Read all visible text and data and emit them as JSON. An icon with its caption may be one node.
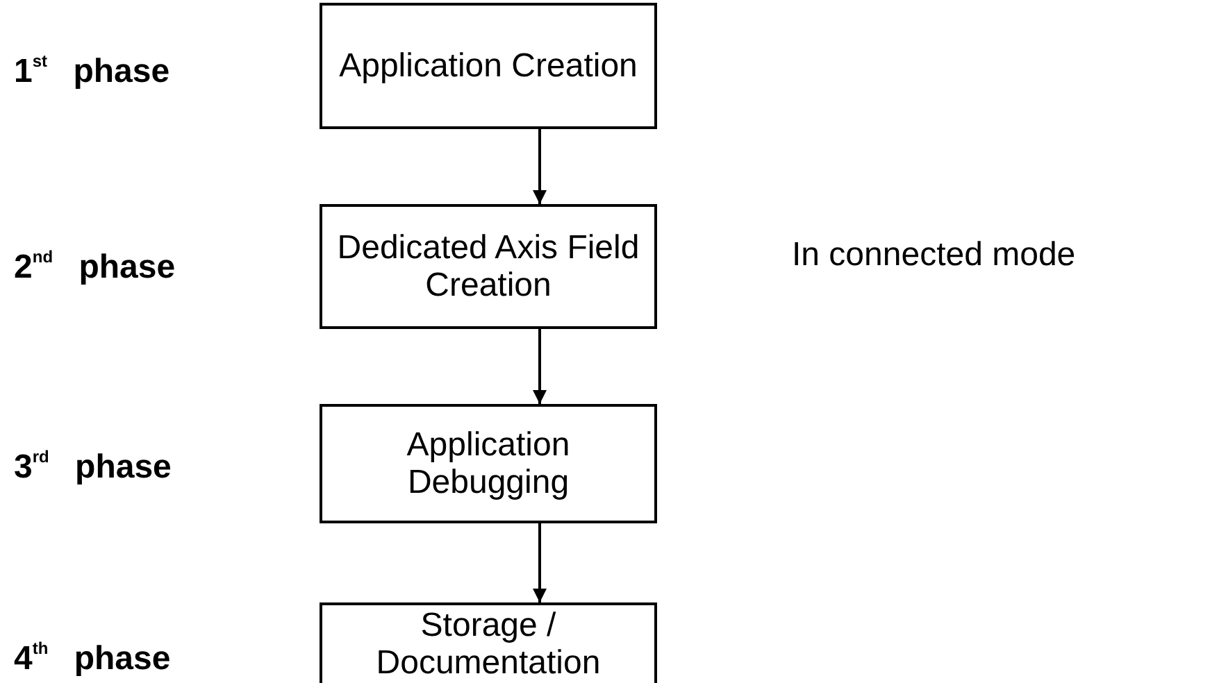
{
  "diagram": {
    "nodes": [
      {
        "text": [
          "Application Creation"
        ]
      },
      {
        "text": [
          "Dedicated Axis Field Creation"
        ]
      },
      {
        "text": [
          "Application Debugging"
        ]
      },
      {
        "text": [
          "Storage / Documentation"
        ]
      }
    ],
    "edges": [
      {
        "from": 0,
        "to": 1,
        "arrow": "to"
      },
      {
        "from": 1,
        "to": 2,
        "arrow": "to"
      },
      {
        "from": 2,
        "to": 3,
        "arrow": "to"
      }
    ],
    "labels": [
      "1$^{st}$ phase",
      "2$^{nd}$ phase",
      "In connected mode",
      "3$^{rd}$ phase",
      "4$^{th}$ phase"
    ]
  }
}
